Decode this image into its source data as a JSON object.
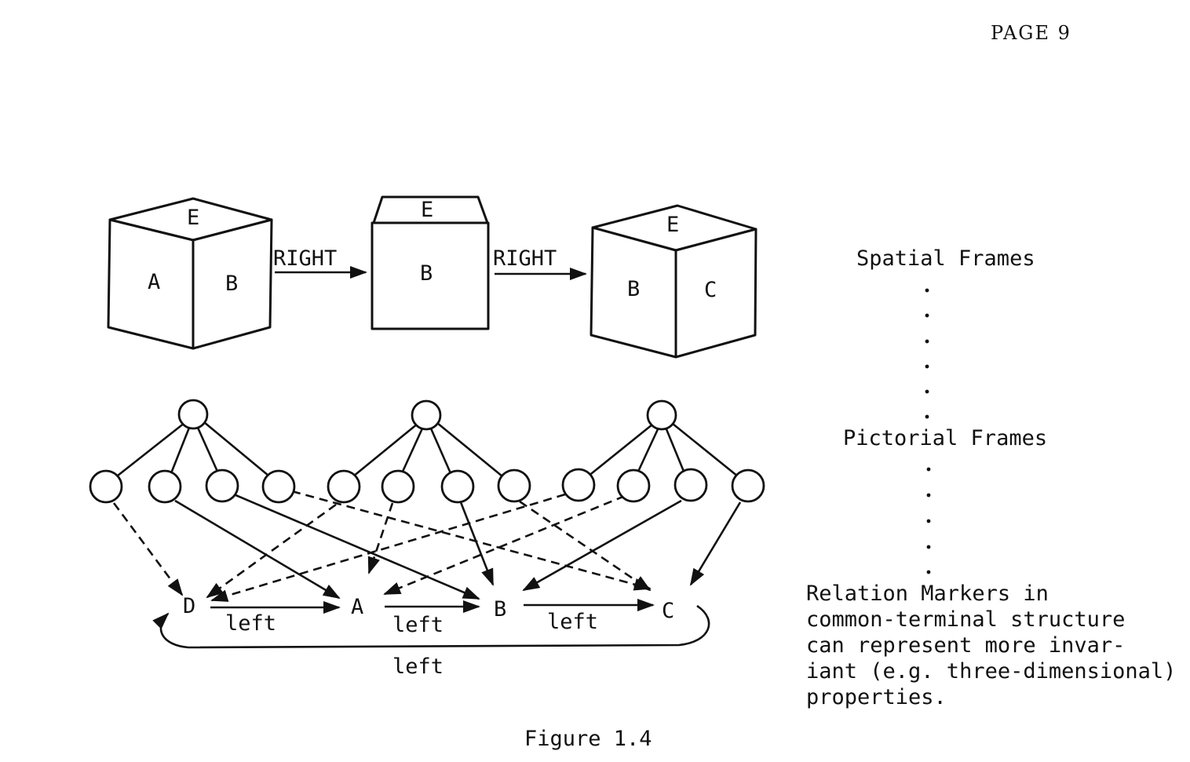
{
  "page_number": "PAGE 9",
  "caption": "Figure 1.4",
  "frames": {
    "cube1": {
      "top": "E",
      "left": "A",
      "right": "B"
    },
    "cube2": {
      "top": "E",
      "front": "B"
    },
    "cube3": {
      "top": "E",
      "left": "B",
      "right": "C"
    },
    "arrow1_label": "RIGHT",
    "arrow2_label": "RIGHT"
  },
  "markers": {
    "terminals": [
      "D",
      "A",
      "B",
      "C"
    ],
    "relations": [
      "left",
      "left",
      "left",
      "left"
    ]
  },
  "side_labels": {
    "spatial": "Spatial Frames",
    "pictorial": "Pictorial Frames",
    "note_lines": [
      "Relation Markers in",
      "common-terminal structure",
      "can represent more invar-",
      "iant (e.g. three-dimensional)",
      "properties."
    ]
  }
}
